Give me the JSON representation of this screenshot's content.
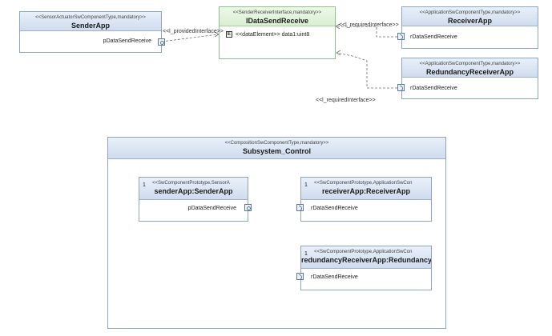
{
  "sender_app": {
    "stereotype": "<<SensorActuatorSwComponentType,mandatory>>",
    "name": "SenderApp",
    "port": "pDataSendReceive"
  },
  "interface": {
    "stereotype": "<<SenderReceiverInterface,mandatory>>",
    "name": "IDataSendReceive",
    "element_icon": "E",
    "element": "<<dataElement>> data1:uint8"
  },
  "receiver_app": {
    "stereotype": "<<ApplicationSwComponentType,mandatory>>",
    "name": "ReceiverApp",
    "port": "rDataSendReceive"
  },
  "redundancy_app": {
    "stereotype": "<<ApplicationSwComponentType,mandatory>>",
    "name": "RedundancyReceiverApp",
    "port": "rDataSendReceive"
  },
  "edges": {
    "provided": "<<l_providedInterface>>",
    "required_1": "<<l_requiredInterface>>",
    "required_2": "<<l_requiredInterface>>"
  },
  "composition": {
    "stereotype": "<<CompositionSwComponentType,mandatory>>",
    "name": "Subsystem_Control",
    "sender": {
      "mult": "1",
      "stereotype": "<<SwComponentPrototype,SensorA",
      "name": "senderApp:SenderApp",
      "port": "pDataSendReceive"
    },
    "receiver": {
      "mult": "1",
      "stereotype": "<<SwComponentPrototype,ApplicationSwCon",
      "name": "receiverApp:ReceiverApp",
      "port": "rDataSendReceive"
    },
    "redundancy": {
      "mult": "1",
      "stereotype": "<<SwComponentPrototype,ApplicationSwCon",
      "name": "redundancyReceiverApp:Redundancy",
      "port": "rDataSendReceive"
    }
  }
}
